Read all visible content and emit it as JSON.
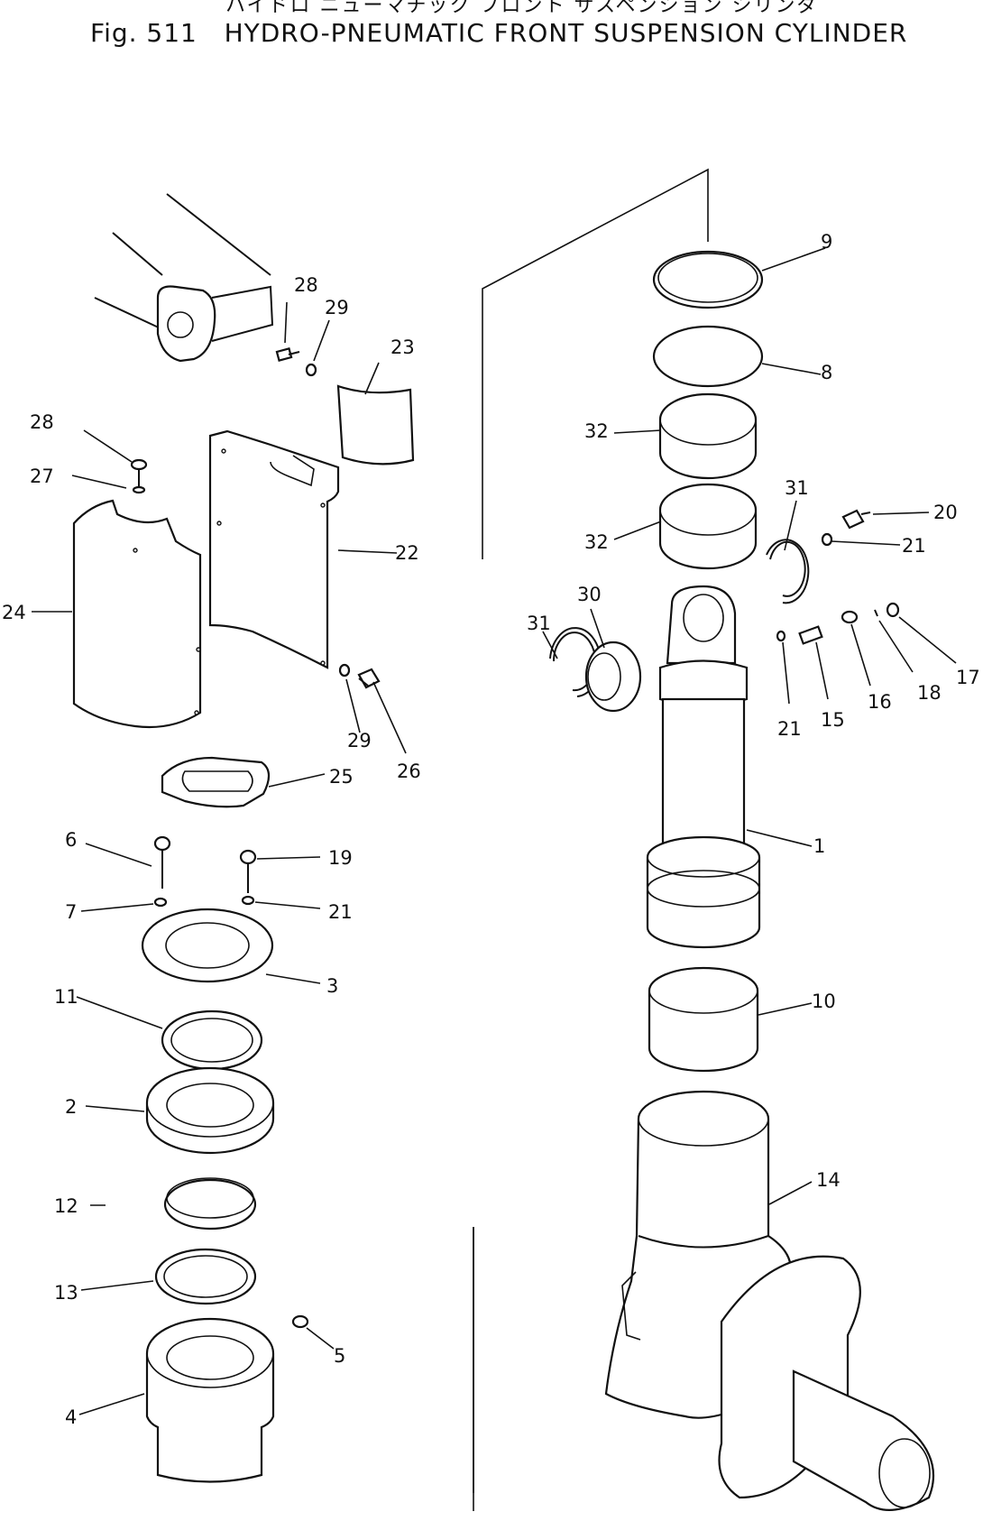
{
  "title": {
    "japanese": "ハイドロ ニューマチック フロント サスペンション シリンダ",
    "figure": "Fig. 511",
    "english": "HYDRO-PNEUMATIC FRONT SUSPENSION CYLINDER"
  },
  "callouts": [
    {
      "id": "c9",
      "text": "9"
    },
    {
      "id": "c8",
      "text": "8"
    },
    {
      "id": "c32a",
      "text": "32"
    },
    {
      "id": "c32b",
      "text": "32"
    },
    {
      "id": "c31a",
      "text": "31"
    },
    {
      "id": "c20",
      "text": "20"
    },
    {
      "id": "c21a",
      "text": "21"
    },
    {
      "id": "c30",
      "text": "30"
    },
    {
      "id": "c31b",
      "text": "31"
    },
    {
      "id": "c17",
      "text": "17"
    },
    {
      "id": "c18",
      "text": "18"
    },
    {
      "id": "c16",
      "text": "16"
    },
    {
      "id": "c15",
      "text": "15"
    },
    {
      "id": "c21b",
      "text": "21"
    },
    {
      "id": "c1",
      "text": "1"
    },
    {
      "id": "c10",
      "text": "10"
    },
    {
      "id": "c14",
      "text": "14"
    },
    {
      "id": "c28a",
      "text": "28"
    },
    {
      "id": "c29a",
      "text": "29"
    },
    {
      "id": "c23",
      "text": "23"
    },
    {
      "id": "c28b",
      "text": "28"
    },
    {
      "id": "c27",
      "text": "27"
    },
    {
      "id": "c22",
      "text": "22"
    },
    {
      "id": "c24",
      "text": "24"
    },
    {
      "id": "c29b",
      "text": "29"
    },
    {
      "id": "c26",
      "text": "26"
    },
    {
      "id": "c25",
      "text": "25"
    },
    {
      "id": "c6",
      "text": "6"
    },
    {
      "id": "c19",
      "text": "19"
    },
    {
      "id": "c7",
      "text": "7"
    },
    {
      "id": "c21c",
      "text": "21"
    },
    {
      "id": "c3",
      "text": "3"
    },
    {
      "id": "c11",
      "text": "11"
    },
    {
      "id": "c2",
      "text": "2"
    },
    {
      "id": "c12",
      "text": "12"
    },
    {
      "id": "c13",
      "text": "13"
    },
    {
      "id": "c5",
      "text": "5"
    },
    {
      "id": "c4",
      "text": "4"
    }
  ]
}
